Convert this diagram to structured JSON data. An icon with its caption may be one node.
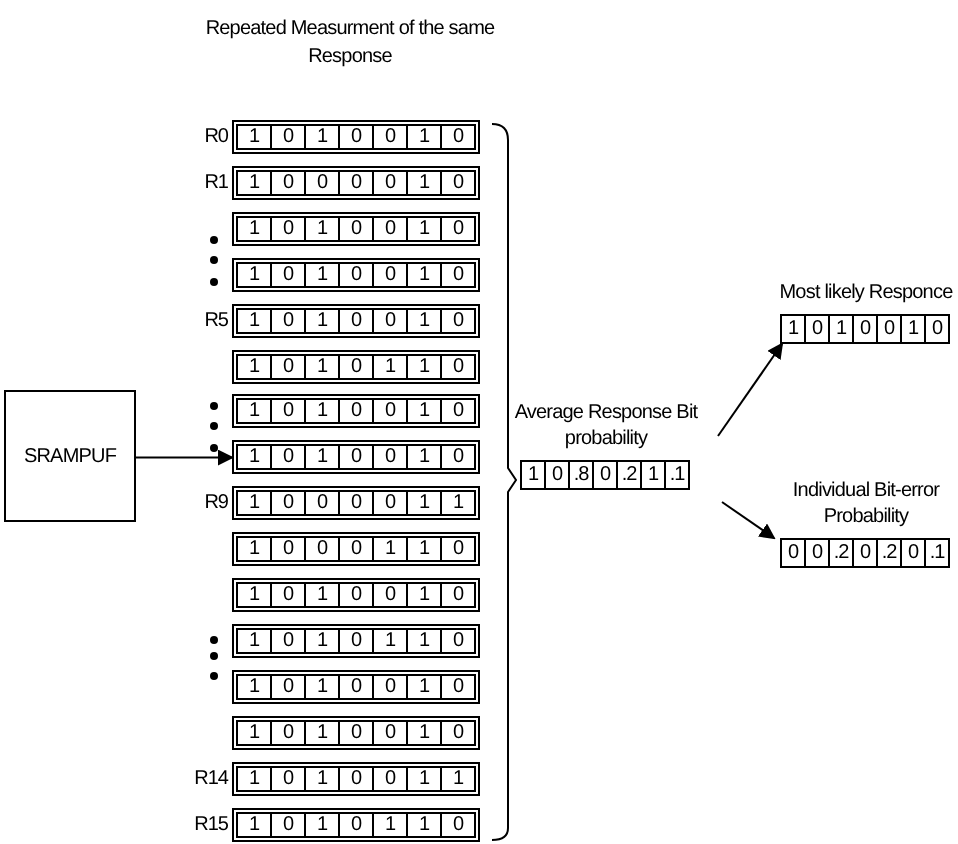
{
  "diagram": {
    "nodes": [
      {
        "text": [
          "SRAMPUF"
        ]
      },
      {
        "text": [
          "1",
          "0",
          "1",
          "0",
          "0",
          "1",
          "0"
        ],
        "beside": [
          "R0"
        ]
      },
      {
        "text": [
          "1",
          "0",
          "0",
          "0",
          "0",
          "1",
          "0"
        ],
        "beside": [
          "R1"
        ]
      },
      {
        "text": [
          "1",
          "0",
          "1",
          "0",
          "0",
          "1",
          "0"
        ]
      },
      {
        "text": [
          "1",
          "0",
          "1",
          "0",
          "0",
          "1",
          "0"
        ]
      },
      {
        "text": [
          "1",
          "0",
          "1",
          "0",
          "0",
          "1",
          "0"
        ],
        "beside": [
          "R5"
        ]
      },
      {
        "text": [
          "1",
          "0",
          "1",
          "0",
          "1",
          "1",
          "0"
        ]
      },
      {
        "text": [
          "1",
          "0",
          "1",
          "0",
          "0",
          "1",
          "0"
        ]
      },
      {
        "text": [
          "1",
          "0",
          "1",
          "0",
          "0",
          "1",
          "0"
        ]
      },
      {
        "text": [
          "1",
          "0",
          "0",
          "0",
          "0",
          "1",
          "1"
        ],
        "beside": [
          "R9"
        ]
      },
      {
        "text": [
          "1",
          "0",
          "0",
          "0",
          "1",
          "1",
          "0"
        ]
      },
      {
        "text": [
          "1",
          "0",
          "1",
          "0",
          "0",
          "1",
          "0"
        ]
      },
      {
        "text": [
          "1",
          "0",
          "1",
          "0",
          "1",
          "1",
          "0"
        ]
      },
      {
        "text": [
          "1",
          "0",
          "1",
          "0",
          "0",
          "1",
          "0"
        ]
      },
      {
        "text": [
          "1",
          "0",
          "1",
          "0",
          "0",
          "1",
          "0"
        ]
      },
      {
        "text": [
          "1",
          "0",
          "1",
          "0",
          "0",
          "1",
          "1"
        ],
        "beside": [
          "R14"
        ]
      },
      {
        "text": [
          "1",
          "0",
          "1",
          "0",
          "1",
          "1",
          "0"
        ],
        "beside": [
          "R15"
        ]
      },
      {
        "text": [
          "Average Response Bit probability",
          "1",
          "0",
          ".8",
          "0",
          ".2",
          "1",
          ".1"
        ]
      },
      {
        "text": [
          "Most likely Responce",
          "1",
          "0",
          "1",
          "0",
          "0",
          "1",
          "0"
        ]
      },
      {
        "text": [
          "Individual Bit-error Probability",
          "0",
          "0",
          ".2",
          "0",
          ".2",
          "0",
          ".1"
        ]
      }
    ],
    "edges": [
      {
        "from": 0,
        "to": 8,
        "arrow": "to"
      },
      {
        "from": 17,
        "to": 18,
        "arrow": "to"
      },
      {
        "from": 17,
        "to": 19,
        "arrow": "to"
      }
    ],
    "labels": [
      "Repeated Measurment of the same Response"
    ]
  }
}
